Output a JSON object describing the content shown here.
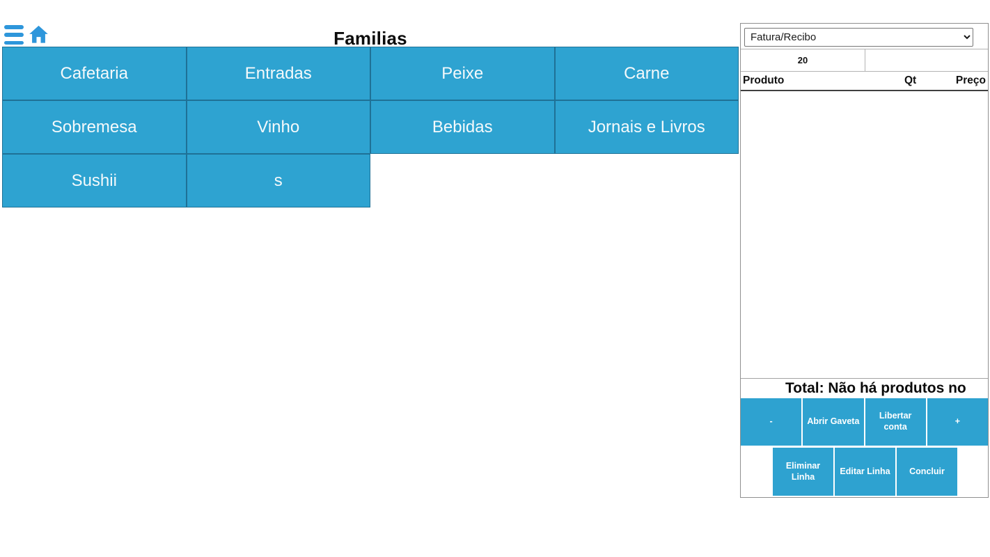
{
  "header": {
    "title": "Familias"
  },
  "families": [
    "Cafetaria",
    "Entradas",
    "Peixe",
    "Carne",
    "Sobremesa",
    "Vinho",
    "Bebidas",
    "Jornais e Livros",
    "Sushii",
    "s"
  ],
  "receipt": {
    "doc_type_selected": "Fatura/Recibo",
    "doc_type_options": [
      "Fatura/Recibo"
    ],
    "table_number": "20",
    "columns": [
      "Produto",
      "Qt",
      "Preço"
    ],
    "items": [],
    "total_text": "Total: Não há produtos no",
    "actions_row1": [
      "-",
      "Abrir Gaveta",
      "Libertar conta",
      "+"
    ],
    "actions_row2": [
      "Eliminar Linha",
      "Editar Linha",
      "Concluir"
    ]
  },
  "colors": {
    "tile_blue": "#2EA3D1",
    "tile_border": "#1F7196",
    "icon_blue": "#2E96DB",
    "action_blue": "#2EA2D0"
  }
}
